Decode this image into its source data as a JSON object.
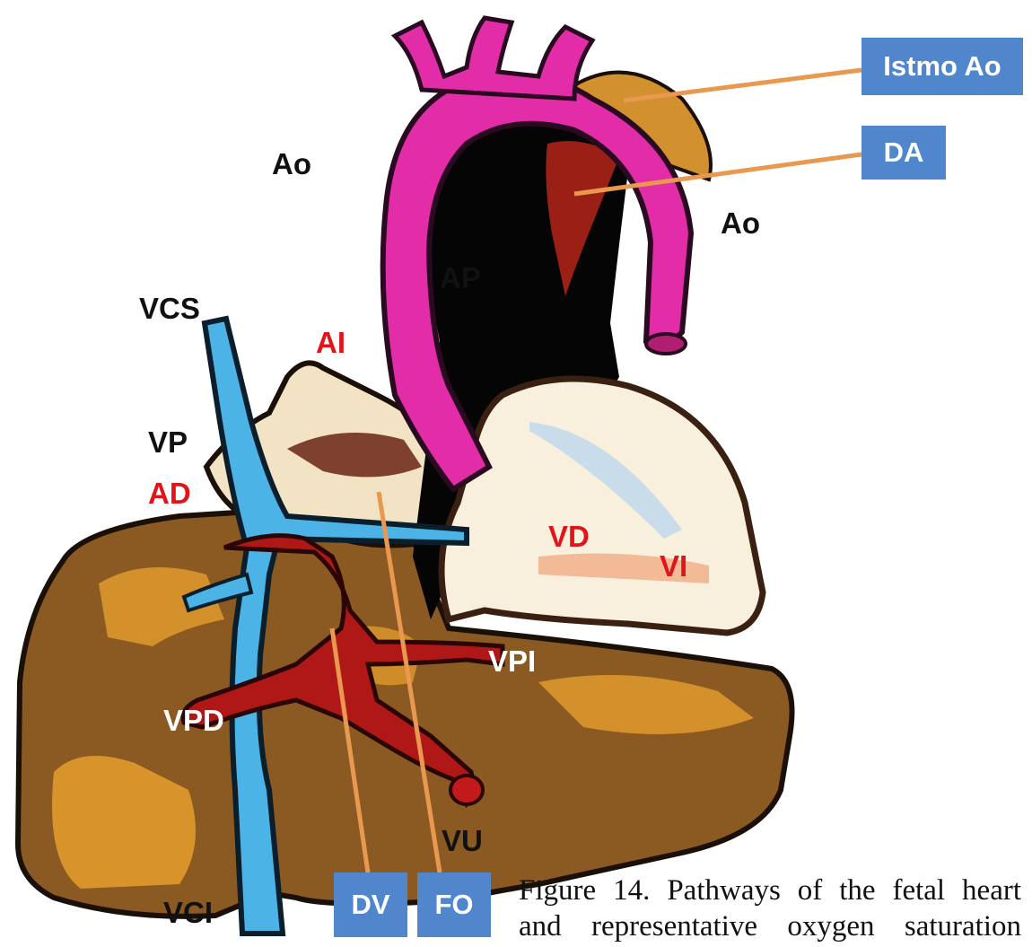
{
  "figure": {
    "caption_line1": "Figure 14. Pathways of the fetal heart",
    "caption_line2": "and representative oxygen saturation"
  },
  "labels": {
    "ao_left": "Ao",
    "ao_right": "Ao",
    "ap": "AP",
    "vcs": "VCS",
    "ai": "AI",
    "vp": "VP",
    "ad": "AD",
    "vd": "VD",
    "vi": "VI",
    "vpi": "VPI",
    "vpd": "VPD",
    "vu": "VU",
    "vci": "VCI"
  },
  "callouts": {
    "istmo_ao": "Istmo Ao",
    "da": "DA",
    "dv": "DV",
    "fo": "FO"
  },
  "colors": {
    "aorta": "#e22ca8",
    "pulmonary_artery": "#050505",
    "vena_cava": "#4cb3e6",
    "portal_veins": "#b01818",
    "liver": "#8a5a22",
    "liver_highlight": "#e09a2c",
    "ventricles": "#f8f0dc",
    "isthmus": "#d2912e",
    "ductus_arteriosus": "#9a2016",
    "callout_box": "#4f86cc",
    "callout_line": "#e8994f"
  }
}
